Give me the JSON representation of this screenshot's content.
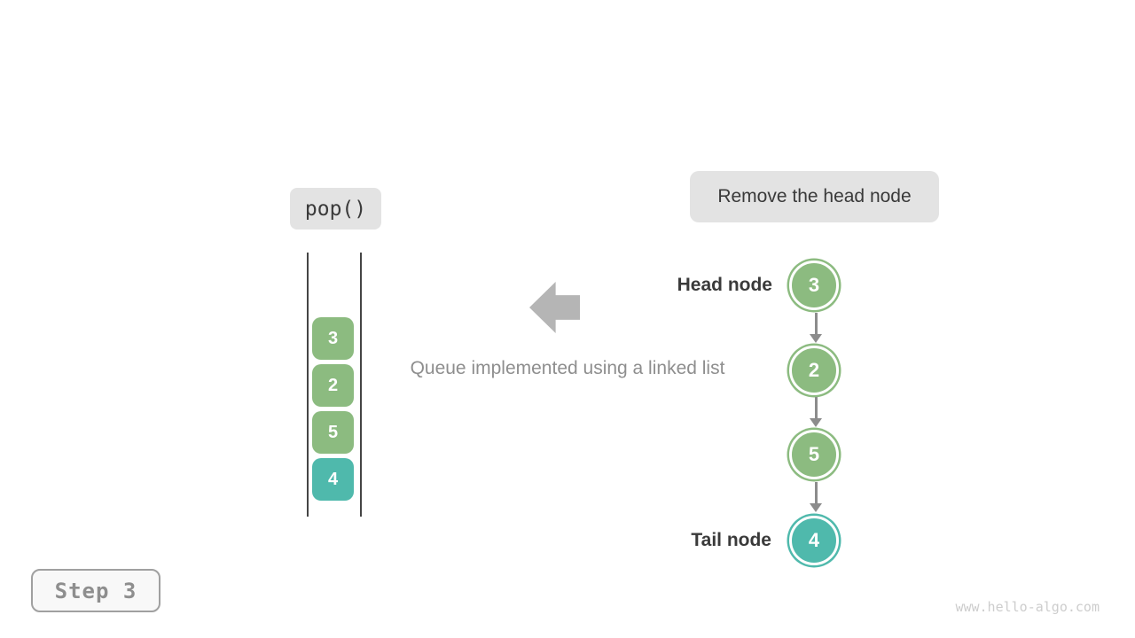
{
  "colors": {
    "green": "#8CBB80",
    "teal": "#4FB9AC",
    "chip_bg": "#E3E3E3",
    "arrow_gray": "#B5B5B5",
    "line_dark": "#454545",
    "text_dark": "#3A3A3A",
    "text_gray": "#8E8E8E",
    "step_bg": "#F8F8F8",
    "step_border": "#A0A0A0",
    "watermark_gray": "#CDCDCD"
  },
  "operation": {
    "label": "pop()"
  },
  "annotation": {
    "label": "Remove the head node"
  },
  "caption": "Queue implemented using a linked list",
  "queue_stack": {
    "items": [
      {
        "value": "3",
        "color": "green"
      },
      {
        "value": "2",
        "color": "green"
      },
      {
        "value": "5",
        "color": "green"
      },
      {
        "value": "4",
        "color": "teal"
      }
    ]
  },
  "linked_list": {
    "head_label": "Head node",
    "tail_label": "Tail node",
    "nodes": [
      {
        "value": "3",
        "color": "green"
      },
      {
        "value": "2",
        "color": "green"
      },
      {
        "value": "5",
        "color": "green"
      },
      {
        "value": "4",
        "color": "teal"
      }
    ]
  },
  "step_badge": {
    "label": "Step 3"
  },
  "watermark": "www.hello-algo.com"
}
